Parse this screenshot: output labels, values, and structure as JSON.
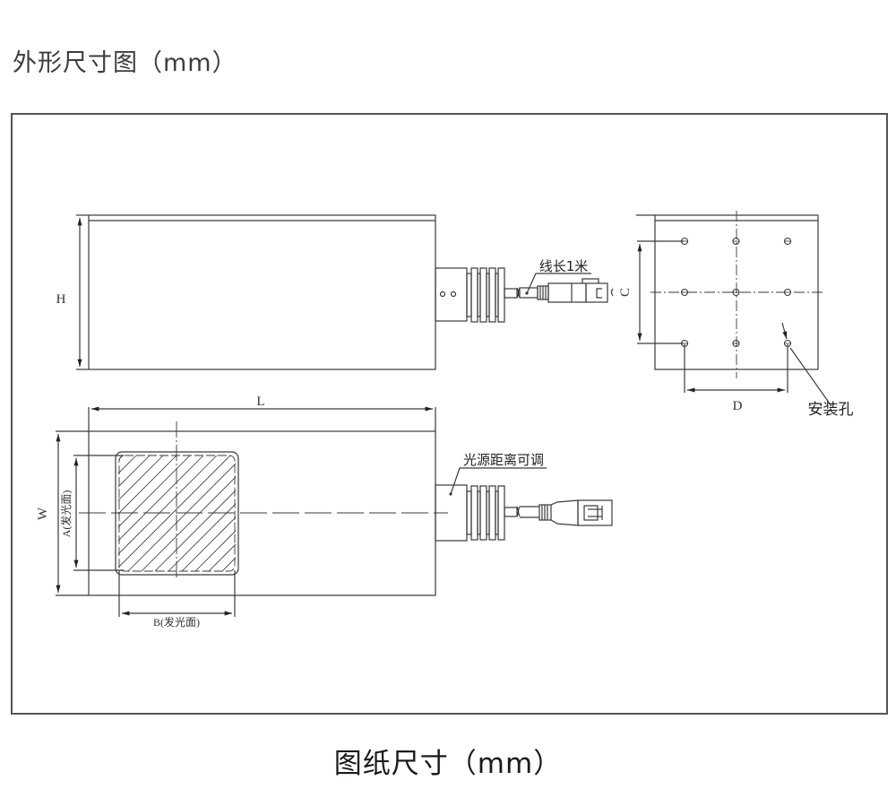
{
  "header": {
    "title": "外形尺寸图（mm）"
  },
  "footer": {
    "title": "图纸尺寸（mm）"
  },
  "side_view": {
    "height_label": "H",
    "cable_note": "线长1米"
  },
  "front_view": {
    "mount_dim_vertical_label": "C",
    "mount_dim_horizontal_label": "D",
    "mount_hole_label": "安装孔",
    "mount_holes_grid": {
      "rows": 3,
      "cols": 3
    }
  },
  "top_view": {
    "length_label": "L",
    "width_label": "W",
    "emit_a_label": "A(发光面)",
    "emit_b_label": "B(发光面)",
    "adjust_note": "光源距离可调"
  },
  "colors": {
    "line": "#3a3a3a",
    "frame": "#555555",
    "text": "#333333"
  }
}
